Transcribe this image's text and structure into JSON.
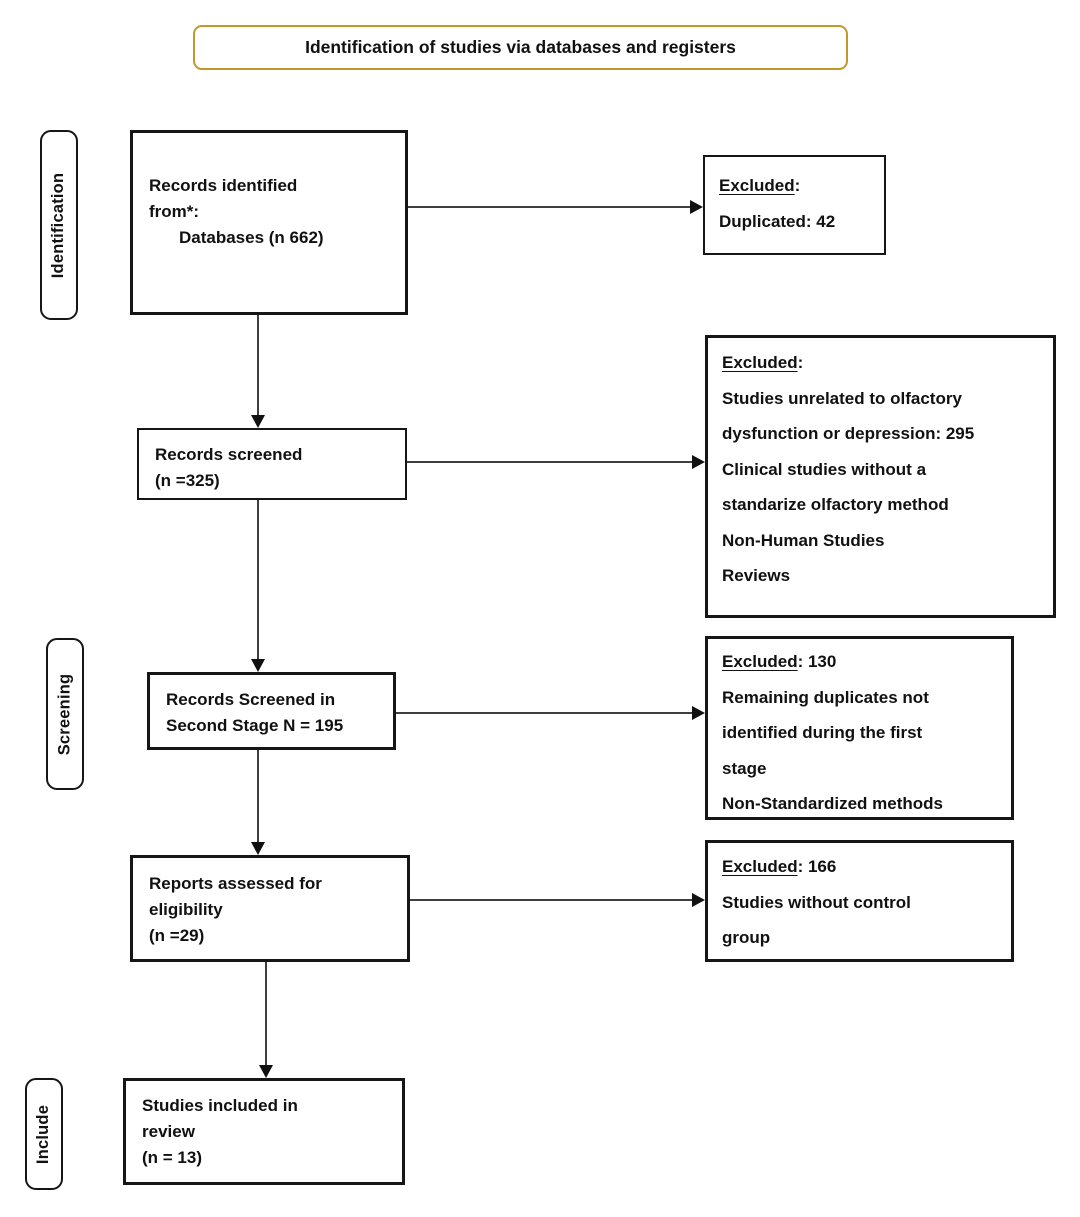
{
  "title": "Identification of studies via databases and registers",
  "colors": {
    "accent_border": "#C0982B",
    "line": "#3f3f3f",
    "text": "#111111"
  },
  "stages": {
    "identification": "Identification",
    "screening": "Screening",
    "include": "Include"
  },
  "flow": {
    "identified": [
      "Records identified",
      "from*:",
      "Databases (n 662)"
    ],
    "screened": [
      "Records screened",
      "(n =325)"
    ],
    "second_stage": [
      "Records Screened in",
      "Second Stage N = 195"
    ],
    "eligibility": [
      "Reports assessed for",
      "eligibility",
      "(n =29)"
    ],
    "included": [
      "Studies included in",
      "review",
      "(n = 13)"
    ]
  },
  "excluded": {
    "duplicates": {
      "head": "Excluded",
      "rest": ":",
      "lines": [
        "Duplicated: 42"
      ]
    },
    "first_screen": {
      "head": "Excluded",
      "rest": ":",
      "lines": [
        "Studies unrelated to olfactory",
        "dysfunction or depression: 295",
        "Clinical studies without a",
        "standarize olfactory method",
        "Non-Human Studies",
        "Reviews"
      ]
    },
    "second_screen": {
      "head": "Excluded",
      "rest": ": 130",
      "lines": [
        "Remaining duplicates not",
        "identified during the first",
        "stage",
        "Non-Standardized methods"
      ]
    },
    "no_control": {
      "head": "Excluded",
      "rest": ": 166",
      "lines": [
        "Studies without control",
        "group"
      ]
    }
  }
}
